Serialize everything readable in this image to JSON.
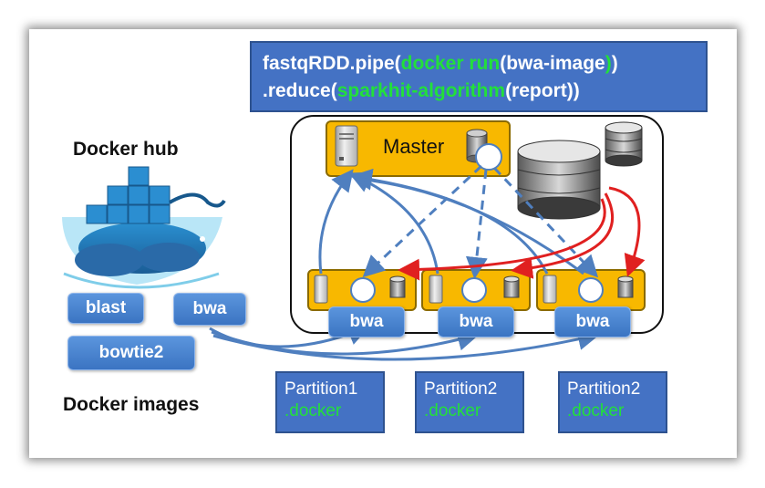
{
  "code": {
    "line1_a": "fastqRDD.pipe(",
    "line1_b": "docker run",
    "line1_c": "(bwa-image",
    "line1_d": ")",
    "line1_e": ")",
    "line2_a": ".reduce(",
    "line2_b": "sparkhit-algorithm",
    "line2_c": "(report))"
  },
  "labels": {
    "docker_hub": "Docker hub",
    "docker_images": "Docker images",
    "master": "Master"
  },
  "images": [
    "blast",
    "bwa",
    "bowtie2"
  ],
  "workers": [
    "bwa",
    "bwa",
    "bwa"
  ],
  "partitions": [
    {
      "name": "Partition1",
      "ext": ".docker"
    },
    {
      "name": "Partition2",
      "ext": ".docker"
    },
    {
      "name": "Partition2",
      "ext": ".docker"
    }
  ],
  "colors": {
    "code_bg": "#4472c4",
    "highlight_green": "#22e03a",
    "node_orange": "#f8b800",
    "arrow_blue": "#4f7fbf",
    "arrow_red": "#e02020"
  }
}
